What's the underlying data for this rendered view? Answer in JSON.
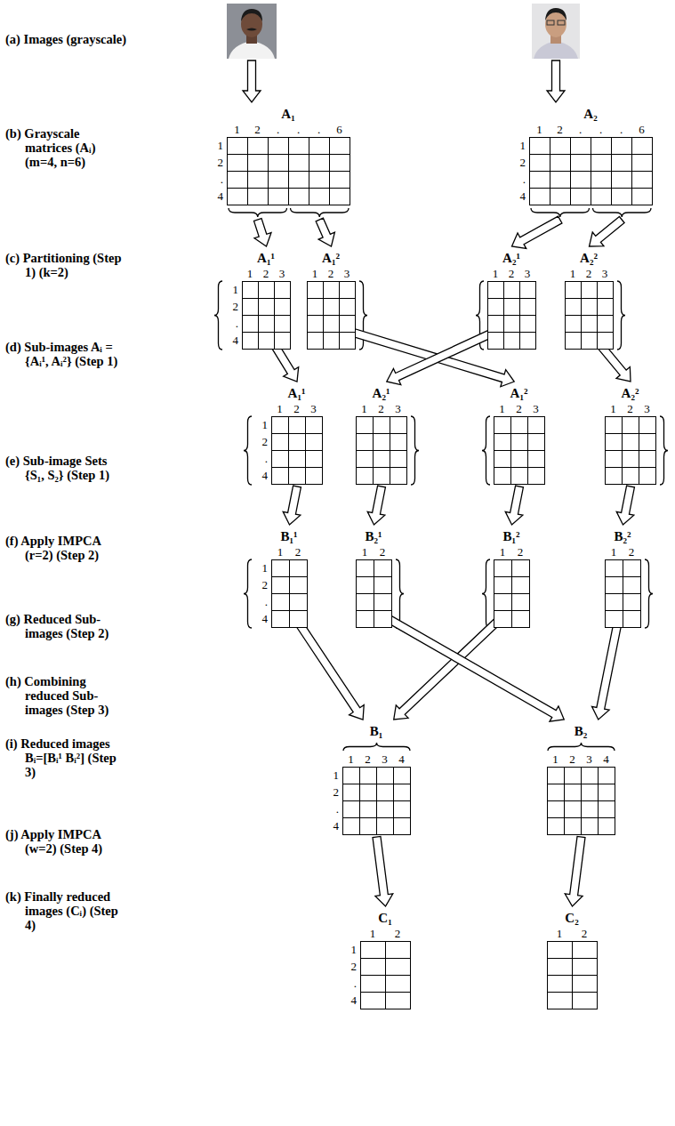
{
  "diagram": {
    "nodes": [
      {
        "text": [
          "A₁",
          "1",
          "2",
          ".",
          ".",
          ".",
          "6",
          "1",
          "2",
          ".",
          "4"
        ]
      },
      {
        "text": [
          "A₂",
          "1",
          "2",
          ".",
          ".",
          ".",
          "6",
          "1",
          "2",
          ".",
          "4"
        ]
      },
      {
        "text": [
          "A₁¹",
          "1",
          "2",
          "3",
          "1",
          "2",
          ".",
          "4"
        ]
      },
      {
        "text": [
          "A₁²",
          "1",
          "2",
          "3"
        ]
      },
      {
        "text": [
          "A₂¹",
          "1",
          "2",
          "3"
        ]
      },
      {
        "text": [
          "A₂²",
          "1",
          "2",
          "3"
        ]
      },
      {
        "text": [
          "A₁¹",
          "1",
          "2",
          "3",
          "1",
          "2",
          ".",
          "4"
        ]
      },
      {
        "text": [
          "A₂¹",
          "1",
          "2",
          "3"
        ]
      },
      {
        "text": [
          "A₁²",
          "1",
          "2",
          "3"
        ]
      },
      {
        "text": [
          "A₂²",
          "1",
          "2",
          "3"
        ]
      },
      {
        "text": [
          "B₁¹",
          "1",
          "2",
          "1",
          "2",
          ".",
          "4"
        ]
      },
      {
        "text": [
          "B₂¹",
          "1",
          "2"
        ]
      },
      {
        "text": [
          "B₁²",
          "1",
          "2"
        ]
      },
      {
        "text": [
          "B₂²",
          "1",
          "2"
        ]
      },
      {
        "text": [
          "B₁",
          "1",
          "2",
          "3",
          "4",
          "1",
          "2",
          ".",
          "4"
        ]
      },
      {
        "text": [
          "B₂",
          "1",
          "2",
          "3",
          "4"
        ]
      },
      {
        "text": [
          "C₁",
          "1",
          "2",
          "1",
          "2",
          ".",
          "4"
        ]
      },
      {
        "text": [
          "C₂",
          "1",
          "2"
        ]
      }
    ],
    "edges": [
      {
        "from": 0,
        "to": 2,
        "arrow": "to"
      },
      {
        "from": 0,
        "to": 3,
        "arrow": "to"
      },
      {
        "from": 1,
        "to": 4,
        "arrow": "to"
      },
      {
        "from": 1,
        "to": 5,
        "arrow": "to"
      },
      {
        "from": 2,
        "to": 6,
        "arrow": "to"
      },
      {
        "from": 3,
        "to": 8,
        "arrow": "to"
      },
      {
        "from": 4,
        "to": 7,
        "arrow": "to"
      },
      {
        "from": 5,
        "to": 9,
        "arrow": "to"
      },
      {
        "from": 6,
        "to": 10,
        "arrow": "to"
      },
      {
        "from": 7,
        "to": 11,
        "arrow": "to"
      },
      {
        "from": 8,
        "to": 12,
        "arrow": "to"
      },
      {
        "from": 9,
        "to": 13,
        "arrow": "to"
      },
      {
        "from": 10,
        "to": 14,
        "arrow": "to"
      },
      {
        "from": 12,
        "to": 14,
        "arrow": "to"
      },
      {
        "from": 11,
        "to": 15,
        "arrow": "to"
      },
      {
        "from": 13,
        "to": 15,
        "arrow": "to"
      },
      {
        "from": 14,
        "to": 16,
        "arrow": "to"
      },
      {
        "from": 15,
        "to": 17,
        "arrow": "to"
      }
    ],
    "labels": [
      "(a) Images (grayscale)",
      "(b) Grayscale matrices (Aᵢ) (m=4, n=6)",
      "(c) Partitioning (Step 1) (k=2)",
      "(d) Sub-images Aᵢ ={Aᵢ¹, Aᵢ²} (Step 1)",
      "(e) Sub-image Sets {S₁, S₂} (Step 1)",
      "(f) Apply IMPCA (r=2) (Step 2)",
      "(g) Reduced Sub-images (Step 2)",
      "(h) Combining reduced Sub-images (Step 3)",
      "(i) Reduced images Bᵢ=[Bᵢ¹ Bᵢ²] (Step 3)",
      "(j) Apply IMPCA (w=2) (Step 4)",
      "(k) Finally reduced images (Cᵢ) (Step 4)"
    ]
  }
}
